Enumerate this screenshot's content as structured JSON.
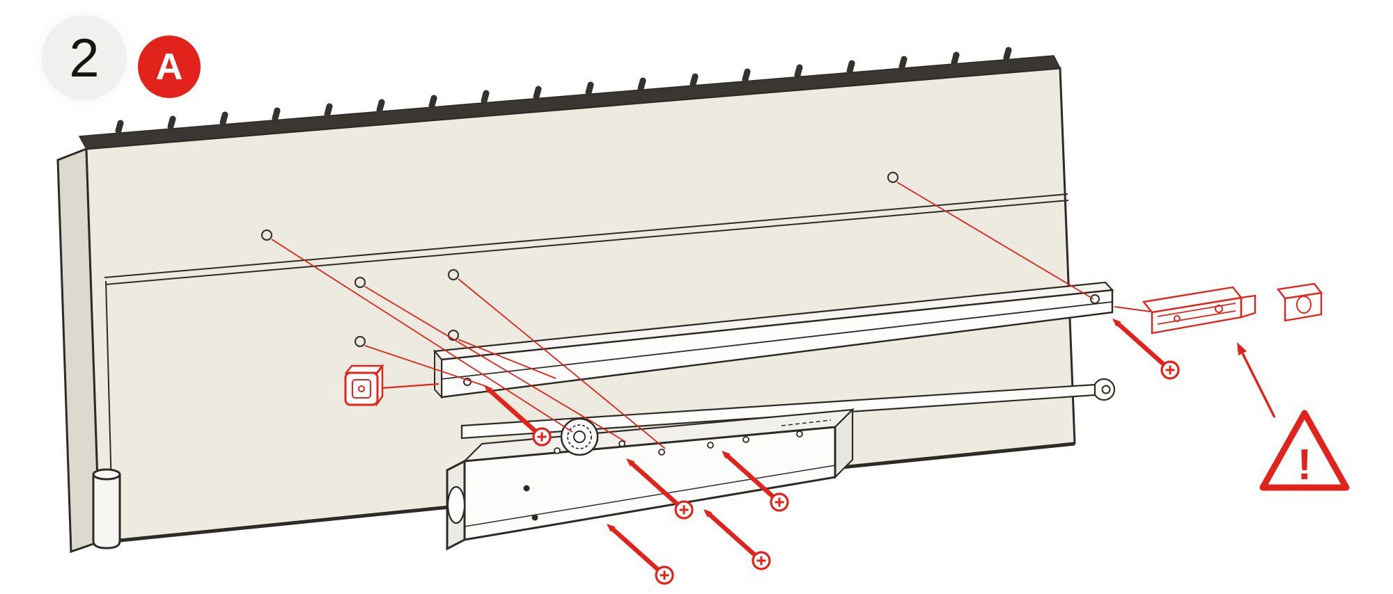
{
  "diagram": {
    "step_number": "2",
    "variant_label": "A",
    "warning_symbol": "!",
    "screw_count": 6,
    "pilot_hole_count": 6
  },
  "colors": {
    "accent_red": "#e2231c",
    "outline_dark": "#2e2a26",
    "door_face": "#edebdf",
    "door_edge_face": "#dcdacf",
    "door_top_edge": "#3a3631",
    "step_badge_bg": "#f1f0ee",
    "badge_text": "#ffffff",
    "part_fill": "#fcfcfa"
  },
  "icons": [
    {
      "name": "step-number-badge"
    },
    {
      "name": "variant-letter-badge"
    },
    {
      "name": "warning-triangle-icon"
    },
    {
      "name": "phillips-screw-icon"
    },
    {
      "name": "warning-arrow"
    }
  ],
  "parts": [
    {
      "name": "door-panel"
    },
    {
      "name": "door-stop-cylinder"
    },
    {
      "name": "slide-rail"
    },
    {
      "name": "closer-arm"
    },
    {
      "name": "door-closer-body"
    },
    {
      "name": "closer-spindle"
    },
    {
      "name": "rail-end-cap"
    },
    {
      "name": "arm-slider-connector"
    },
    {
      "name": "slider-end-clip"
    },
    {
      "name": "door-pilot-hole"
    },
    {
      "name": "leader-line"
    }
  ]
}
